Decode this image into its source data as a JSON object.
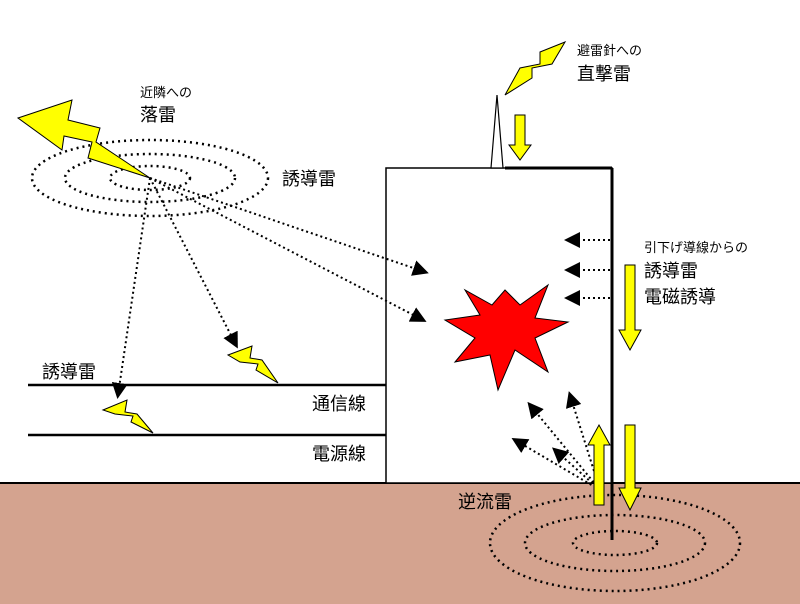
{
  "labels": {
    "nearby_small": "近隣への",
    "nearby_big": "落雷",
    "induced_top": "誘導雷",
    "rod_small": "避雷針への",
    "rod_big": "直撃雷",
    "down_small": "引下げ導線からの",
    "down_induced": "誘導雷",
    "down_em": "電磁誘導",
    "induced_left": "誘導雷",
    "comm_line": "通信線",
    "power_line": "電源線",
    "backflow": "逆流雷"
  },
  "colors": {
    "ground": "#d4a38f",
    "bolt": "#ffff00",
    "explosion": "#ff0000"
  }
}
